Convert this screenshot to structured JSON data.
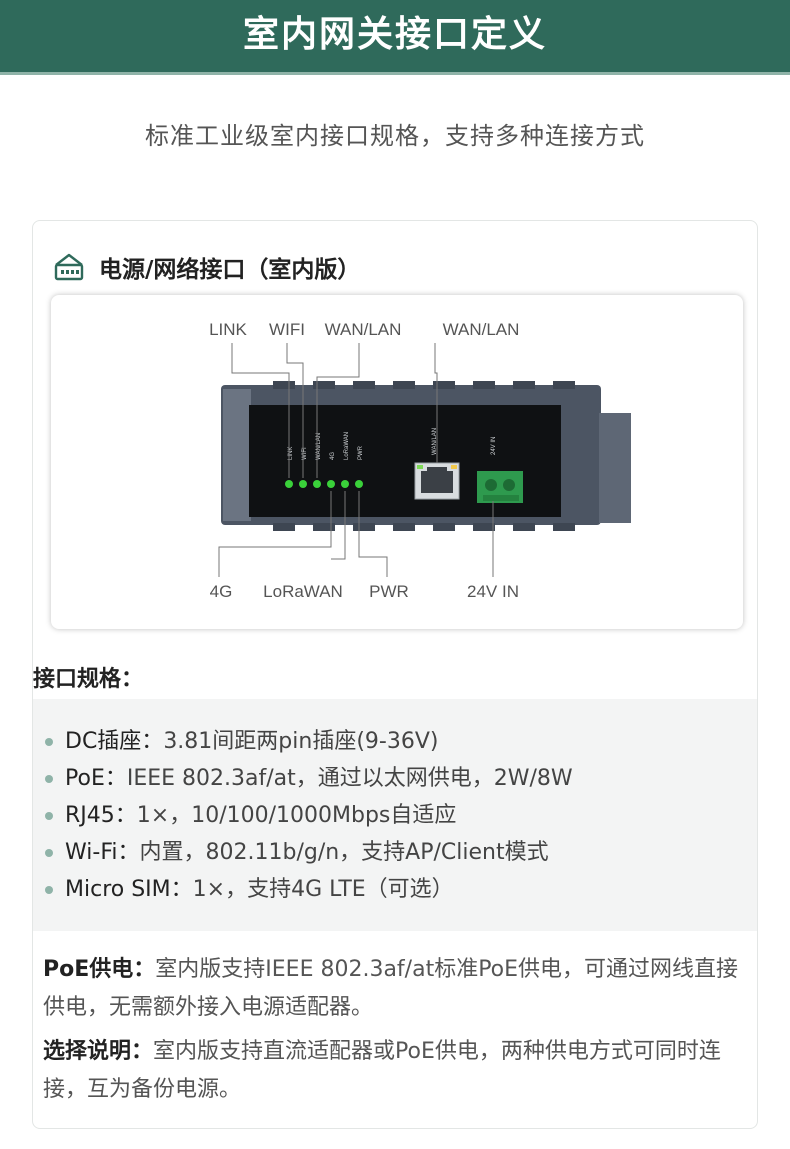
{
  "header": {
    "title": "室内网关接口定义",
    "subtitle": "标准工业级室内接口规格，支持多种连接方式"
  },
  "card": {
    "title": "电源/网络接口（室内版）",
    "diagram": {
      "top_labels": [
        "LINK",
        "WIFI",
        "WAN/LAN",
        "WAN/LAN"
      ],
      "bottom_labels": [
        "4G",
        "LoRaWAN",
        "PWR",
        "24V IN"
      ],
      "led_labels": [
        "LINK",
        "WIFI",
        "WAN/LAN",
        "4G",
        "LoRaWAN",
        "PWR"
      ],
      "port_labels": [
        "WAN/LAN",
        "24V IN"
      ]
    },
    "spec_heading": "接口规格：",
    "specs": [
      {
        "key": "DC插座：",
        "value": "3.81间距两pin插座(9-36V)"
      },
      {
        "key": "PoE：",
        "value": "IEEE 802.3af/at，通过以太网供电，2W/8W"
      },
      {
        "key": "RJ45：",
        "value": "1×，10/100/1000Mbps自适应"
      },
      {
        "key": "Wi-Fi：",
        "value": "内置，802.11b/g/n，支持AP/Client模式"
      },
      {
        "key": "Micro SIM：",
        "value": "1×，支持4G LTE（可选）"
      }
    ],
    "notes": [
      {
        "key": "PoE供电：",
        "text": "室内版支持IEEE 802.3af/at标准PoE供电，可通过网线直接供电，无需额外接入电源适配器。"
      },
      {
        "key": "选择说明：",
        "text": "室内版支持直流适配器或PoE供电，两种供电方式可同时连接，互为备份电源。"
      }
    ]
  },
  "colors": {
    "banner": "#2f6a5b",
    "accent": "#8fb3a8",
    "led": "#3ad13a",
    "terminal": "#2e9a4e"
  }
}
